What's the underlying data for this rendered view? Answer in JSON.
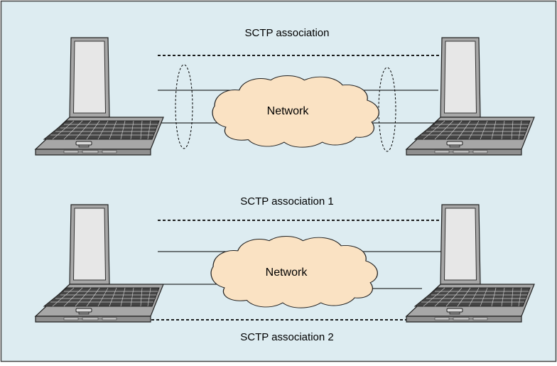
{
  "colors": {
    "panel_background": "#ddecf1",
    "panel_border": "#444444",
    "cloud_fill": "#fae2c3",
    "laptop_body": "#a7a7a7",
    "laptop_screen": "#e7e7e7",
    "keyboard": "#444444"
  },
  "top_diagram": {
    "association_label": "SCTP association",
    "network_label": "Network"
  },
  "bottom_diagram": {
    "association_1_label": "SCTP association 1",
    "network_label": "Network",
    "association_2_label": "SCTP association 2"
  }
}
